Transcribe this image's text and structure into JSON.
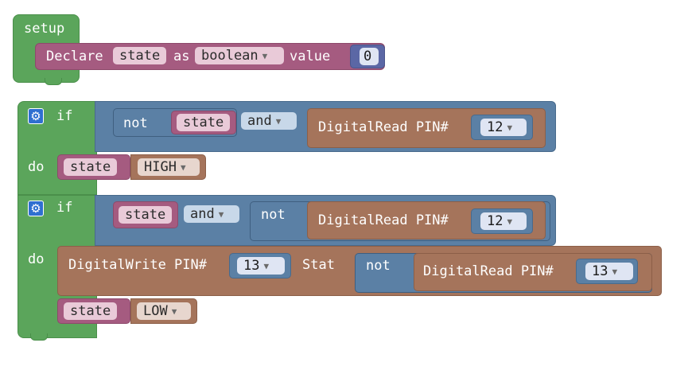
{
  "setup_block": {
    "label": "setup",
    "declare_label": "Declare",
    "var_name": "state",
    "as_label": "as",
    "type_value": "boolean",
    "value_label": "value",
    "initial_value": "0"
  },
  "if_block_1": {
    "if_label": "if",
    "do_label": "do",
    "not_label": "not",
    "var_name": "state",
    "op_value": "and",
    "read_label": "DigitalRead PIN#",
    "read_pin": "12",
    "set_var": "state",
    "set_value": "HIGH"
  },
  "if_block_2": {
    "if_label": "if",
    "do_label": "do",
    "var_name": "state",
    "op_value": "and",
    "not_label": "not",
    "read_label": "DigitalRead PIN#",
    "read_pin": "12",
    "write_label": "DigitalWrite PIN#",
    "write_pin": "13",
    "stat_label": "Stat",
    "inner_not_label": "not",
    "inner_read_label": "DigitalRead PIN#",
    "inner_read_pin": "13",
    "set_var": "state",
    "set_value": "LOW"
  },
  "icons": {
    "gear": "gear-icon",
    "dropdown": "dropdown-arrow-icon"
  },
  "colors": {
    "logic_green": "#5ba55b",
    "variable_rose": "#a55b80",
    "logic_slate": "#5b80a5",
    "io_brown": "#a5745b",
    "number_navy": "#5b67a5",
    "mutator_blue": "#2f6fd0"
  }
}
